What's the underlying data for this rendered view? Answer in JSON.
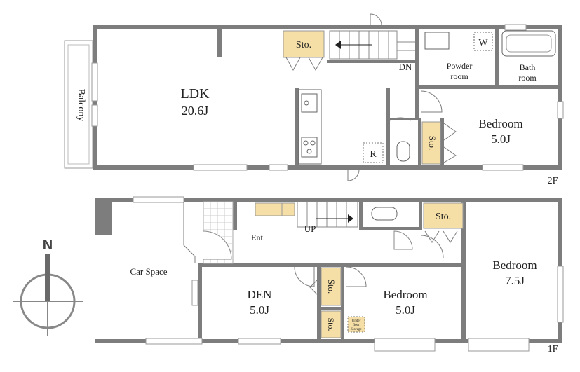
{
  "floors": {
    "second": {
      "label": "2F",
      "rooms": {
        "ldk": {
          "name": "LDK",
          "size": "20.6J"
        },
        "bedroom": {
          "name": "Bedroom",
          "size": "5.0J"
        },
        "powder": {
          "line1": "Powder",
          "line2": "room"
        },
        "bath": {
          "line1": "Bath",
          "line2": "room"
        },
        "balcony": "Balcony",
        "sto_top": "Sto.",
        "sto_bedroom": "Sto.",
        "dn": "DN",
        "washer": "W",
        "fridge": "R"
      }
    },
    "first": {
      "label": "1F",
      "rooms": {
        "car_space": "Car Space",
        "entrance": "Ent.",
        "up": "UP",
        "den": {
          "name": "DEN",
          "size": "5.0J"
        },
        "bedroom_mid": {
          "name": "Bedroom",
          "size": "5.0J"
        },
        "bedroom_right": {
          "name": "Bedroom",
          "size": "7.5J"
        },
        "sto_top": "Sto.",
        "sto_upper": "Sto.",
        "sto_lower": "Sto.",
        "under_floor": {
          "line1": "Under",
          "line2": "floor",
          "line3": "Storage"
        }
      }
    }
  },
  "compass": {
    "north": "N"
  }
}
